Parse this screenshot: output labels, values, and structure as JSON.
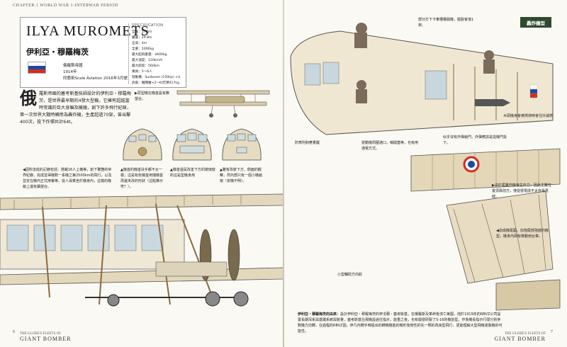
{
  "running_header": "CHAPTER 1  WORLD WAR 1-INTERWAR PERIOD",
  "title": {
    "en": "ILYA MUROMETS",
    "zh": "伊利亞・穆羅梅茨",
    "country": "俄羅斯帝國",
    "year": "1914年",
    "model_note": "同藝術Scale Aviation 2016年3月號"
  },
  "flag_colors": [
    "#ffffff",
    "#1f47a3",
    "#d52b1e"
  ],
  "specification": {
    "title": "SPECIFICATION",
    "lines": [
      "全長：17.5m",
      "翼展：29.8m",
      "全高：4m",
      "全重：5000kg",
      "最大起飛重量：4600kg",
      "最大速度：120km/h",
      "最大航程：560km",
      "乘員：5～6人",
      "發動機：Sunbeam (150hp) ×4",
      "武裝：機關槍×2～6/炸彈417kg"
    ]
  },
  "intro_text": {
    "dropcap": "俄",
    "body": "羅斯帝國的塞考斯基技師設計的伊利亞・穆羅梅茨，是世界最早期的4發大型機，它擁有超越當時常識的巨大身軀及機艙，創下許多飛行紀錄，第一次世界大戰時轉用為轟炸機，生產超過70架，曾出擊400次，投下炸彈共計64t。"
  },
  "captions": {
    "cockpit_top": "▶原型機在機首設有瞭望台。",
    "record": "◀因所達成的記錄包括：搭載16人上機等，創下驚艷的世界紀錄，完成並得機數一系機之第2500km的飛行，以及並定在機內正式用餐等，從人員乘坐於機身內，這樣的機艙上還有攝望台。",
    "nose_a": "▲機首的機首扶手都不太一樣，這是有些機首用擋機首周邊未改的形狀（這點推示符？）。",
    "nose_b": "▲機首還是改善下方的玻璃窗的這是型機身用",
    "nose_c": "▲雖有改裝下方，側面的觀察，然內部只有一個小機艙窗（安機不明）。",
    "gunner": "部分打下卡筆槽權開機，擺脫會落1架。",
    "bomber_tag": "轟炸機型",
    "fuel": "防寒則對應覺醒",
    "engine_walk": "發動機周圍通口，稱開蓋等，也有用通電方式。",
    "bomb": "木頭機身會被燃燒時會往外滅燃",
    "hatch": "似乎沒有炸彈艙門，炸彈應該是從機門投下。",
    "wing_paint": "▶由於尾翼作機會生升力，因此主翼位置須靠前方，僅從發現該不太容易見縫。",
    "tail": "◀造成機尾圓，加強尾部強度的機型，機身內即有移動用台車。",
    "small_prop": "小型輔助方向舵"
  },
  "footer_left": {
    "page": "6",
    "small": "THE GLOBE'S FLEETS OF",
    "big": "GIANT BOMBER"
  },
  "footer_right": {
    "page": "7",
    "small": "THE GLOBE'S FLEETS OF",
    "big": "GIANT BOMBER"
  },
  "note": {
    "head": "伊利亞・穆羅梅茨的由來：",
    "body": "設計伊利亞・穆羅梅茨的伊戈爾・塞考斯基，在俄羅斯及革命後流亡美國，他於1919年的RBVZ公司設置長期深系與基礎系統與裝量，塞考斯基在飛機設過往指示，能重之後，也有開發研製了S-16的機前型，作為機長指示行間分別參數機方向轉，在過程的RBVZ因，伊凡內轉手時提出的轉機機能的機形後使性的先一類的改良型飛行，更能理解大型飛機運製機的可能性。"
  }
}
